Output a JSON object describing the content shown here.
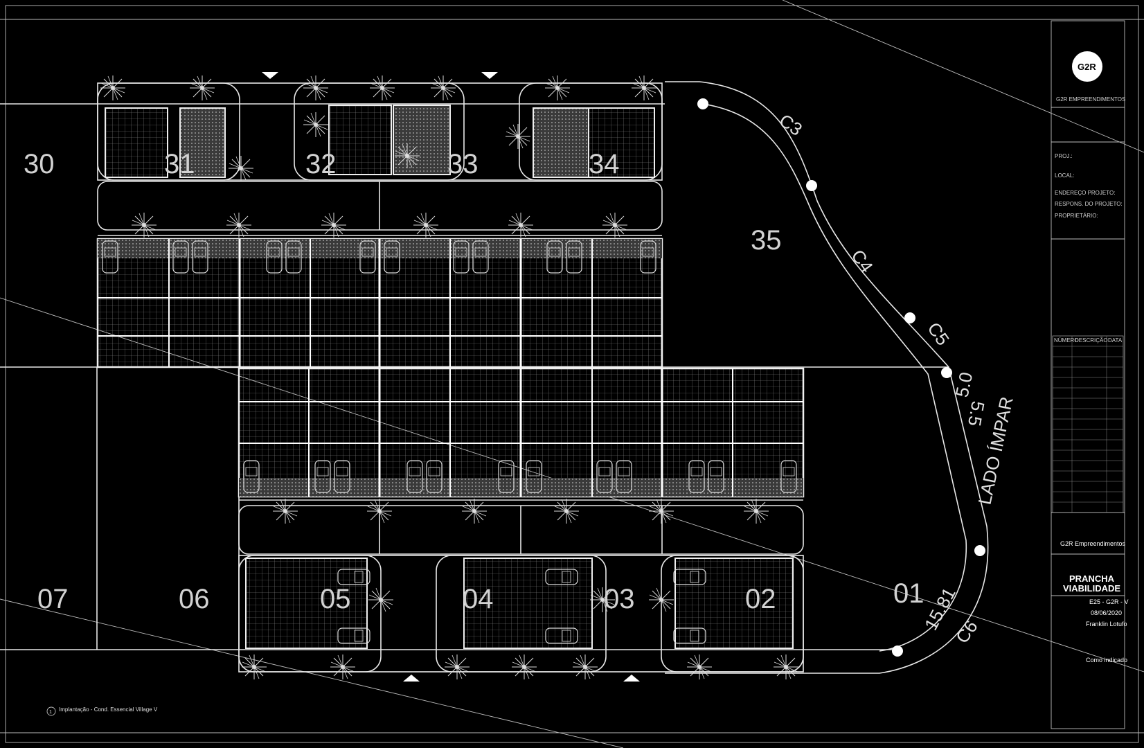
{
  "lots": [
    {
      "label": "30"
    },
    {
      "label": "31"
    },
    {
      "label": "32"
    },
    {
      "label": "33"
    },
    {
      "label": "34"
    },
    {
      "label": "35"
    },
    {
      "label": "07"
    },
    {
      "label": "06"
    },
    {
      "label": "05"
    },
    {
      "label": "04"
    },
    {
      "label": "03"
    },
    {
      "label": "02"
    },
    {
      "label": "01"
    }
  ],
  "curves": {
    "c3": "C3",
    "c4": "C4",
    "c5": "C5",
    "c6": "C6"
  },
  "dimensions": {
    "lado": "LADO ÍMPAR",
    "v1": "5.0",
    "v2": "5.5",
    "v3": "15.81"
  },
  "title_block": {
    "logo": "G2R",
    "company_tag": "G2R EMPREENDIMENTOS",
    "fields": [
      "PROJ.:",
      "LOCAL:",
      "ENDEREÇO PROJETO:",
      "RESPONS. DO PROJETO:",
      "PROPRIETÁRIO:"
    ],
    "rev_headers": [
      "NÚMERO",
      "DESCRIÇÃO",
      "DATA"
    ],
    "company": "G2R Empreendimentos",
    "sheet_title_1": "PRANCHA",
    "sheet_title_2": "VIABILIDADE",
    "code": "E25 - G2R - V",
    "date": "08/06/2020",
    "author": "Franklin Lotufo",
    "scale": "Como indicado"
  },
  "caption": "Implantação - Cond. Essencial Village V",
  "caption_number": "1",
  "colors": {
    "background": "#000000",
    "lines": "#e8e8e8",
    "labels": "#d2d2d2"
  }
}
